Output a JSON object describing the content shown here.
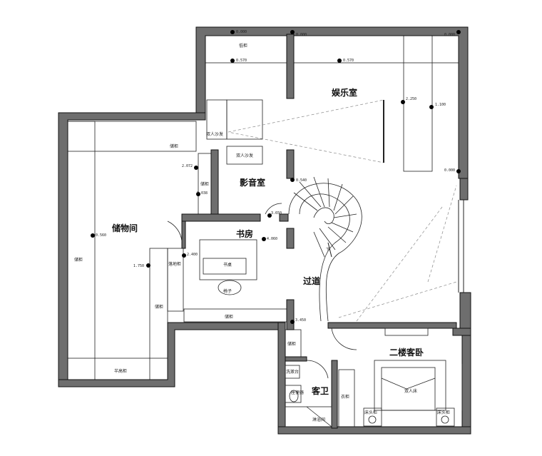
{
  "rooms": {
    "entertainment": "娱乐室",
    "theater": "影音室",
    "storage": "储物间",
    "study": "书房",
    "corridor": "过道",
    "guest_bedroom": "二楼客卧",
    "guest_bath": "客卫"
  },
  "furniture": {
    "low_cabinet": "低柜",
    "double_sofa": "双人沙发",
    "double_sofa_2": "双人沙发",
    "storage_cabinet_1": "储柜",
    "storage_cabinet_2": "储柜",
    "storage_cabinet_3": "储柜",
    "storage_cabinet_4": "储柜",
    "storage_cabinet_5": "储柜",
    "storage_cabinet_6": "储柜",
    "half_height_cabinet": "半高柜",
    "floor_cabinet": "落地柜",
    "desk": "书桌",
    "chair": "椅子",
    "wardrobe": "衣柜",
    "double_bed": "双人床",
    "nightstand_left": "床头柜",
    "nightstand_right": "床头柜",
    "wash_basin": "洗漱台",
    "bathtub": "淋浴间",
    "toilet": "座便器",
    "stair_arrow": "下"
  },
  "levels": {
    "l1": "0.000",
    "l2": "0.000",
    "l3": "0.000",
    "l4": "0.570",
    "l5": "0.570",
    "l6": "2.250",
    "l7": "1.100",
    "l8": "0.000",
    "l9": "2.072",
    "l10": "3.038",
    "l11": "0.540",
    "l12": "0.560",
    "l13": "3.650",
    "l14": "4.060",
    "l15": "1.750",
    "l16": "2.400",
    "l17": "3.450"
  }
}
